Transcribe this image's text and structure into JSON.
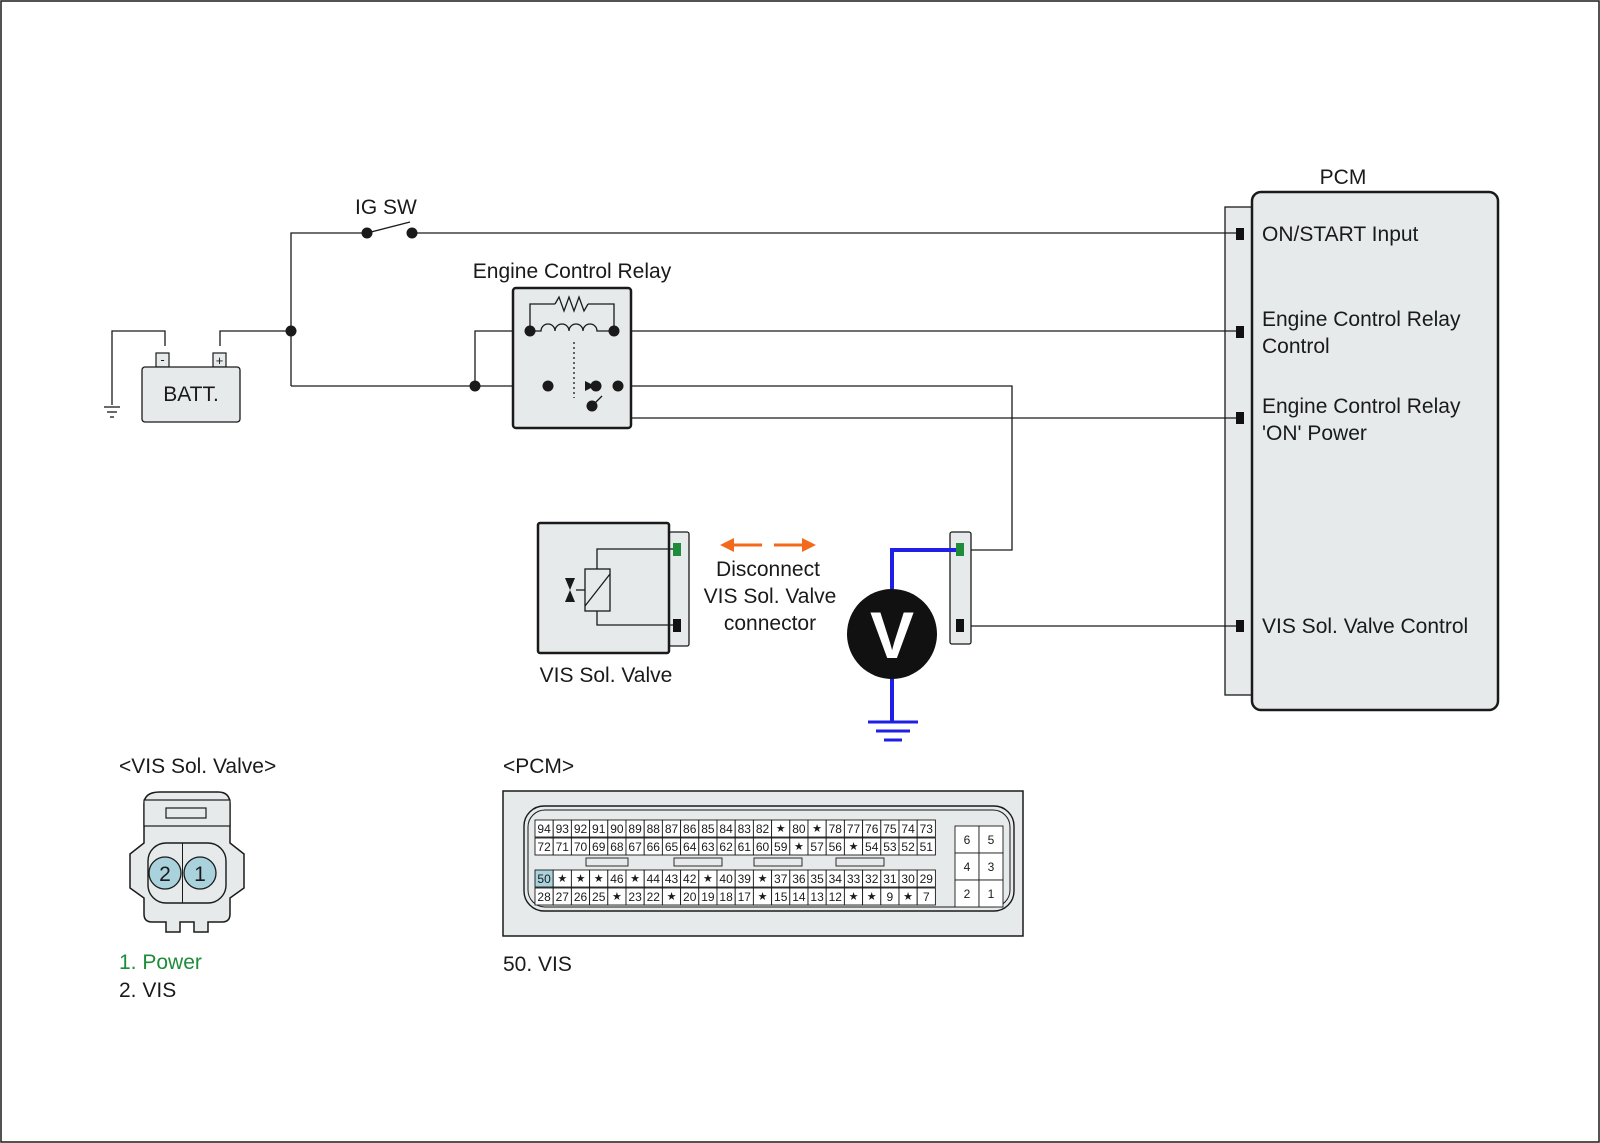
{
  "labels": {
    "pcm_title": "PCM",
    "ig_sw": "IG SW",
    "relay_title": "Engine Control Relay",
    "battery": "BATT.",
    "battery_minus": "-",
    "battery_plus": "+",
    "pcm_pins": [
      "ON/START Input",
      "Engine Control Relay",
      "Control",
      "Engine Control Relay",
      "'ON' Power",
      "VIS Sol. Valve Control"
    ],
    "disconnect": [
      "Disconnect",
      "VIS Sol. Valve",
      "connector"
    ],
    "vis_valve": "VIS Sol. Valve",
    "voltmeter": "V",
    "vis_connector_title": "<VIS Sol. Valve>",
    "pcm_connector_title": "<PCM>",
    "vis_pin_2": "2",
    "vis_pin_1": "1",
    "legend_vis_1": "1. Power",
    "legend_vis_2": "2. VIS",
    "legend_pcm_1": "50. VIS"
  },
  "pcm_connector": {
    "row1": [
      "94",
      "93",
      "92",
      "91",
      "90",
      "89",
      "88",
      "87",
      "86",
      "85",
      "84",
      "83",
      "82",
      "★",
      "80",
      "★",
      "78",
      "77",
      "76",
      "75",
      "74",
      "73"
    ],
    "row2": [
      "72",
      "71",
      "70",
      "69",
      "68",
      "67",
      "66",
      "65",
      "64",
      "63",
      "62",
      "61",
      "60",
      "59",
      "★",
      "57",
      "56",
      "★",
      "54",
      "53",
      "52",
      "51"
    ],
    "row3": [
      "50",
      "★",
      "★",
      "★",
      "46",
      "★",
      "44",
      "43",
      "42",
      "★",
      "40",
      "39",
      "★",
      "37",
      "36",
      "35",
      "34",
      "33",
      "32",
      "31",
      "30",
      "29"
    ],
    "row4": [
      "28",
      "27",
      "26",
      "25",
      "★",
      "23",
      "22",
      "★",
      "20",
      "19",
      "18",
      "17",
      "★",
      "15",
      "14",
      "13",
      "12",
      "★",
      "★",
      "9",
      "★",
      "7"
    ],
    "aux": [
      [
        "6",
        "5"
      ],
      [
        "4",
        "3"
      ],
      [
        "2",
        "1"
      ]
    ],
    "highlight_pin": "50"
  },
  "colors": {
    "meter_wire": "#1f1fe6",
    "arrow": "#f26a1b",
    "power_terminal": "#1e8c3a",
    "legend_power": "#1e8c3a",
    "pin_highlight": "#a9d2dc",
    "box_fill": "#e6eaea"
  }
}
